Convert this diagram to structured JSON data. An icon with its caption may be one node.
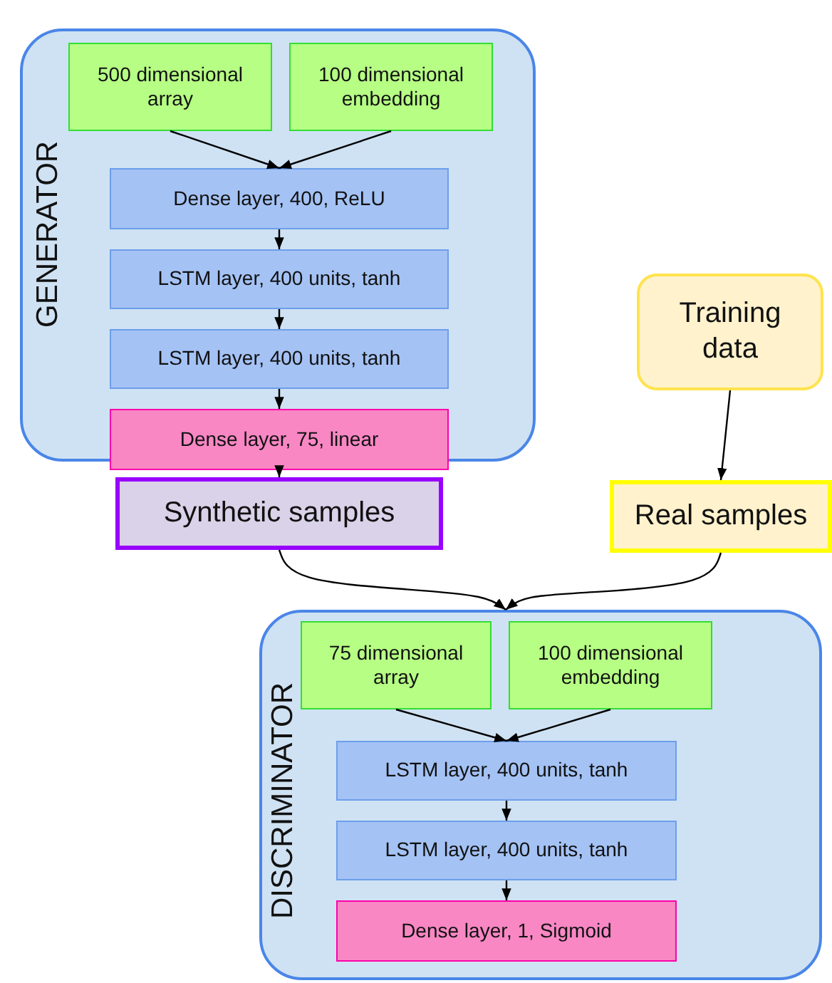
{
  "diagram": {
    "nodes": [
      {
        "text": [
          "GENERATOR"
        ]
      },
      {
        "text": [
          "500 dimensional array"
        ],
        "in": 0
      },
      {
        "text": [
          "100 dimensional embedding"
        ],
        "in": 0
      },
      {
        "text": [
          "Dense layer, 400, ReLU"
        ],
        "in": 0
      },
      {
        "text": [
          "LSTM layer, 400 units, tanh"
        ],
        "in": 0
      },
      {
        "text": [
          "LSTM layer, 400 units, tanh"
        ],
        "in": 0
      },
      {
        "text": [
          "Dense layer, 75, linear"
        ],
        "in": 0
      },
      {
        "text": [
          "Synthetic samples"
        ]
      },
      {
        "text": [
          "Training data"
        ]
      },
      {
        "text": [
          "Real samples"
        ]
      },
      {
        "text": [
          "DISCRIMINATOR"
        ]
      },
      {
        "text": [
          "75 dimensional array"
        ],
        "in": 10
      },
      {
        "text": [
          "100 dimensional embedding"
        ],
        "in": 10
      },
      {
        "text": [
          "LSTM layer, 400 units, tanh"
        ],
        "in": 10
      },
      {
        "text": [
          "LSTM layer, 400 units, tanh"
        ],
        "in": 10
      },
      {
        "text": [
          "Dense layer, 1, Sigmoid"
        ],
        "in": 10
      }
    ],
    "edges": [
      {
        "from": 1,
        "to": 3,
        "arrow": "to"
      },
      {
        "from": 2,
        "to": 3,
        "arrow": "to"
      },
      {
        "from": 3,
        "to": 4,
        "arrow": "to"
      },
      {
        "from": 4,
        "to": 5,
        "arrow": "to"
      },
      {
        "from": 5,
        "to": 6,
        "arrow": "to"
      },
      {
        "from": 6,
        "to": 7,
        "arrow": "to"
      },
      {
        "from": 8,
        "to": 9,
        "arrow": "to"
      },
      {
        "from": 7,
        "to": 10,
        "arrow": "to"
      },
      {
        "from": 9,
        "to": 10,
        "arrow": "to"
      },
      {
        "from": 11,
        "to": 13,
        "arrow": "to"
      },
      {
        "from": 12,
        "to": 13,
        "arrow": "to"
      },
      {
        "from": 13,
        "to": 14,
        "arrow": "to"
      },
      {
        "from": 14,
        "to": 15,
        "arrow": "to"
      }
    ]
  }
}
